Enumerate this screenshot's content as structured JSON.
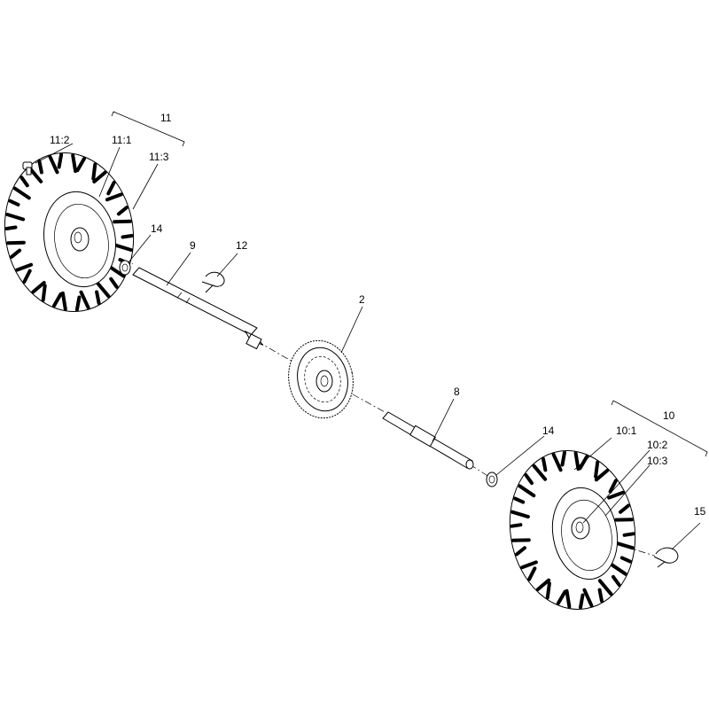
{
  "callouts": {
    "assy_11": "11",
    "p11_2": "11:2",
    "p11_1": "11:1",
    "p11_3": "11:3",
    "p14_left": "14",
    "p9": "9",
    "p12": "12",
    "p2": "2",
    "p8": "8",
    "assy_10": "10",
    "p14_right": "14",
    "p10_1": "10:1",
    "p10_2": "10:2",
    "p10_3": "10:3",
    "p15": "15"
  }
}
